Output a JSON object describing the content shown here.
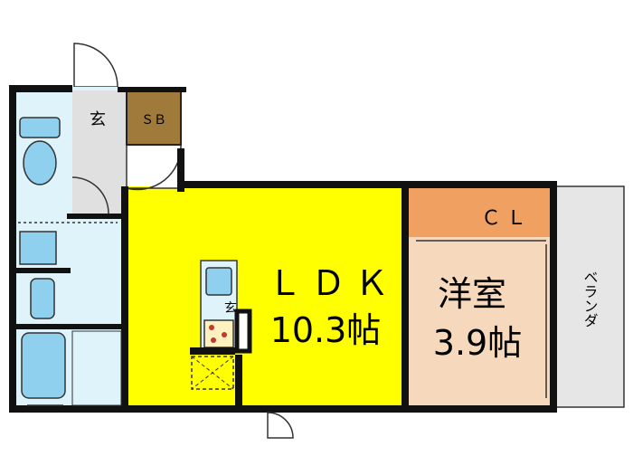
{
  "rooms": {
    "ldk": {
      "name": "ＬＤＫ",
      "size": "10.3帖"
    },
    "western": {
      "name": "洋室",
      "size": "3.9帖"
    },
    "closet": {
      "name": "ＣＬ"
    },
    "storage": {
      "name": "ＳＢ"
    },
    "entrance": {
      "name": "玄"
    },
    "kitchen_entrance": {
      "name": "玄"
    },
    "balcony": {
      "name": "ベランダ"
    }
  },
  "colors": {
    "ldk": "#ffff00",
    "western": "#f6d9bd",
    "closet": "#f0a060",
    "storage": "#a07a3a",
    "wet_area": "#dff3fb",
    "fixture": "#8fd0ee",
    "entry": "#e0e0e0",
    "balcony": "#e6e6e6",
    "wall": "#111111"
  }
}
